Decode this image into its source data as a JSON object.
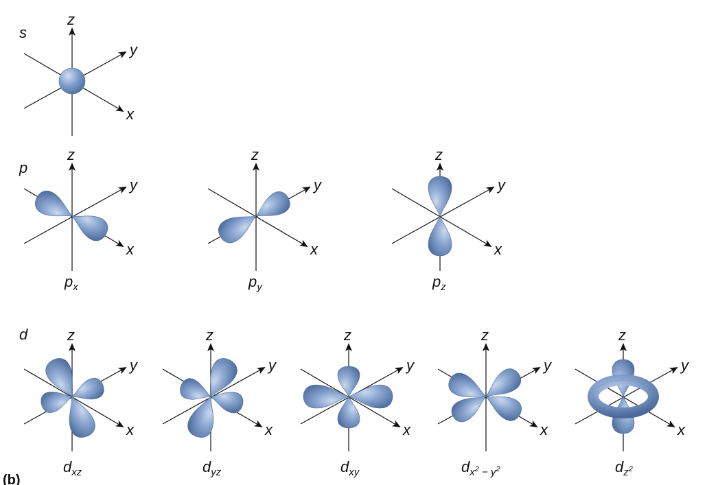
{
  "row_labels": {
    "s": "s",
    "p": "p",
    "d": "d"
  },
  "axis_labels": {
    "x": "x",
    "y": "y",
    "z": "z"
  },
  "panel_label": "(b)",
  "orbitals": {
    "s": {
      "main": "",
      "sub": ""
    },
    "px": {
      "main": "p",
      "sub": "x"
    },
    "py": {
      "main": "p",
      "sub": "y"
    },
    "pz": {
      "main": "p",
      "sub": "z"
    },
    "dxz": {
      "main": "d",
      "sub": "xz"
    },
    "dyz": {
      "main": "d",
      "sub": "yz"
    },
    "dxy": {
      "main": "d",
      "sub": "xy"
    },
    "dx2y2": {
      "main": "d",
      "sub_a": "x",
      "sup_a": "2",
      "minus": "−",
      "sub_b": "y",
      "sup_b": "2"
    },
    "dz2": {
      "main": "d",
      "sub": "z",
      "sup": "2"
    }
  },
  "colors": {
    "lobe": "#7F9DCA",
    "lobe_light": "#B9CCE8",
    "lobe_dark": "#4F6D9E",
    "axis": "#111111"
  }
}
